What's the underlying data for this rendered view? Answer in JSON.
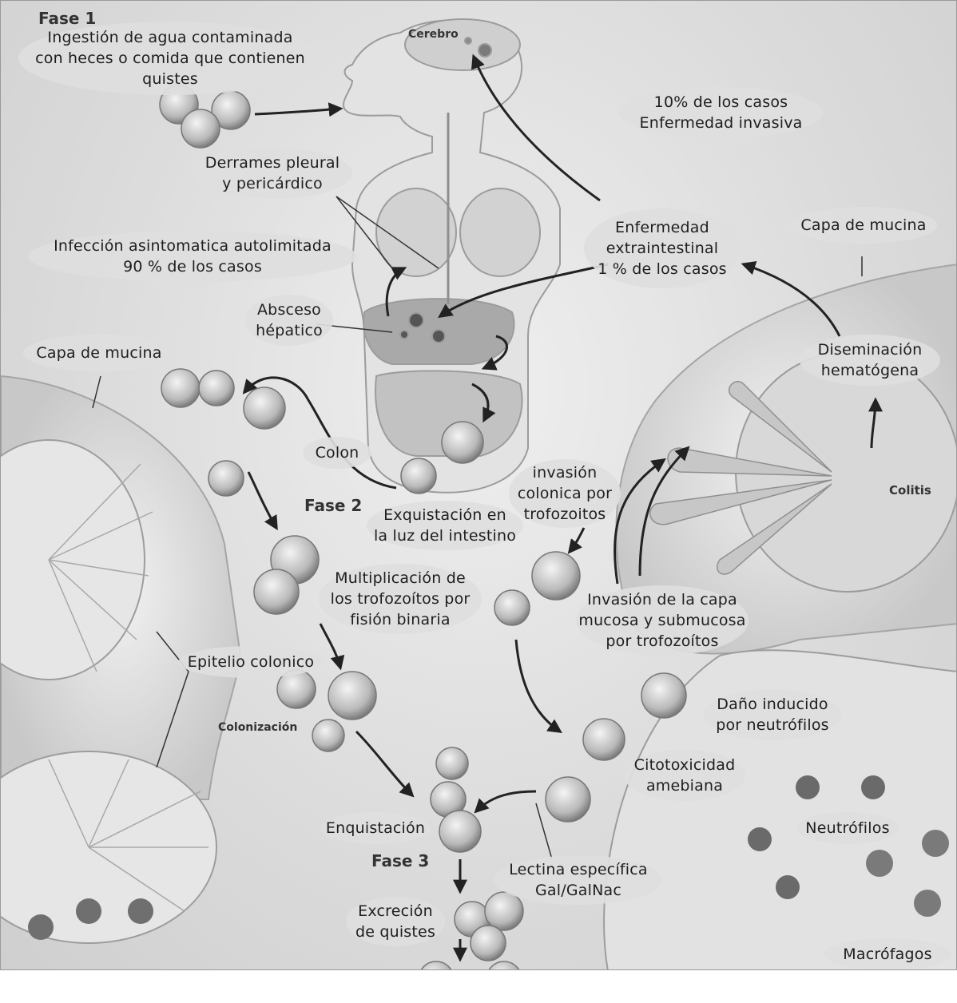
{
  "phases": {
    "fase1": "Fase 1",
    "fase2": "Fase 2",
    "fase3": "Fase 3"
  },
  "organ_labels": {
    "cerebro": "Cerebro",
    "colitis": "Colitis",
    "colonizacion": "Colonización"
  },
  "labels": {
    "ingestion": "Ingestión de agua contaminada\ncon heces o comida que contienen\nquistes",
    "invasiva": "10% de los casos\nEnfermedad invasiva",
    "derrames": "Derrames pleural\ny pericárdico",
    "asintomatica": "Infección asintomatica autolimitada\n90 % de los casos",
    "extraintestinal": "Enfermedad\nextraintestinal\n1 % de los casos",
    "mucina_right": "Capa de mucina",
    "absceso": "Absceso\nhépatico",
    "mucina_left": "Capa de mucina",
    "diseminacion": "Diseminación\nhematógena",
    "colon": "Colon",
    "invasion_colonica": "invasión\ncolonica por\ntrofozoitos",
    "exquistacion": "Exquistación en\nla luz del intestino",
    "multiplicacion": "Multiplicación de\nlos trofozoítos por\nfisión binaria",
    "invasion_capa": "Invasión de la capa\nmucosa y submucosa\npor trofozoítos",
    "epitelio": "Epitelio colonico",
    "dano": "Daño inducido\npor neutrófilos",
    "citotoxicidad": "Citotoxicidad\namebiana",
    "enquistacion": "Enquistación",
    "neutrofilos": "Neutrófilos",
    "lectina": "Lectina específica\nGal/GalNac",
    "excrecion": "Excreción\nde quistes",
    "macrofagos": "Macrófagos"
  }
}
